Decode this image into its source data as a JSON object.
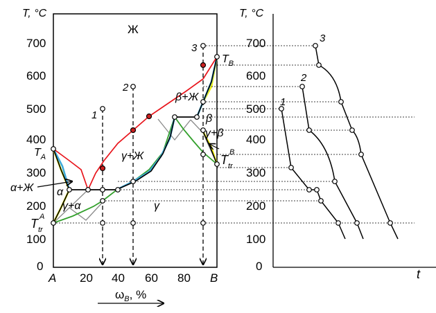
{
  "phase_diagram": {
    "y_axis_title": "T, °C",
    "y_ticks": [
      "0",
      "100",
      "200",
      "300",
      "400",
      "500",
      "600",
      "700"
    ],
    "x_ticks": [
      "A",
      "20",
      "40",
      "60",
      "80",
      "B"
    ],
    "x_axis_title": "ω",
    "x_axis_title_sub": "B",
    "x_axis_title_unit": ", %",
    "region_labels": {
      "liquid": "Ж",
      "gamma_liquid": "γ+Ж",
      "beta_liquid": "β+Ж",
      "beta": "β",
      "gamma_beta": "γ+β",
      "gamma": "γ",
      "alpha": "α",
      "gamma_alpha": "γ+α",
      "alpha_liquid": "α+Ж"
    },
    "point_labels": {
      "TA": "T",
      "TA_sub": "A",
      "TB": "T",
      "TB_sub": "B",
      "Ttr_A": "T",
      "Ttr_A_sub": "tr",
      "Ttr_A_sup": "A",
      "Ttr_B": "T",
      "Ttr_B_sub": "tr",
      "Ttr_B_sup": "B"
    },
    "alloy_labels": [
      "1",
      "2",
      "3"
    ]
  },
  "cooling_curves": {
    "y_axis_title": "T, °C",
    "y_ticks": [
      "0",
      "100",
      "200",
      "300",
      "400",
      "500",
      "600",
      "700"
    ],
    "x_axis_title": "t",
    "curve_labels": [
      "1",
      "2",
      "3"
    ]
  },
  "colors": {
    "liquidus": "#e8141b",
    "solidus": "#3fa9d9",
    "solvus": "#f2f20c",
    "other_boundary": "#8a8a8a",
    "eutectoid_line": "#33a02c",
    "point_fill_red": "#cc2020"
  },
  "chart_data": {
    "type": "phase_diagram",
    "xlabel": "ωB, %",
    "ylabel": "T, °C",
    "xlim": [
      0,
      100
    ],
    "ylim": [
      0,
      750
    ],
    "alloys_wB_percent": [
      30,
      50,
      92
    ],
    "cooling_curves_xlabel": "t"
  }
}
